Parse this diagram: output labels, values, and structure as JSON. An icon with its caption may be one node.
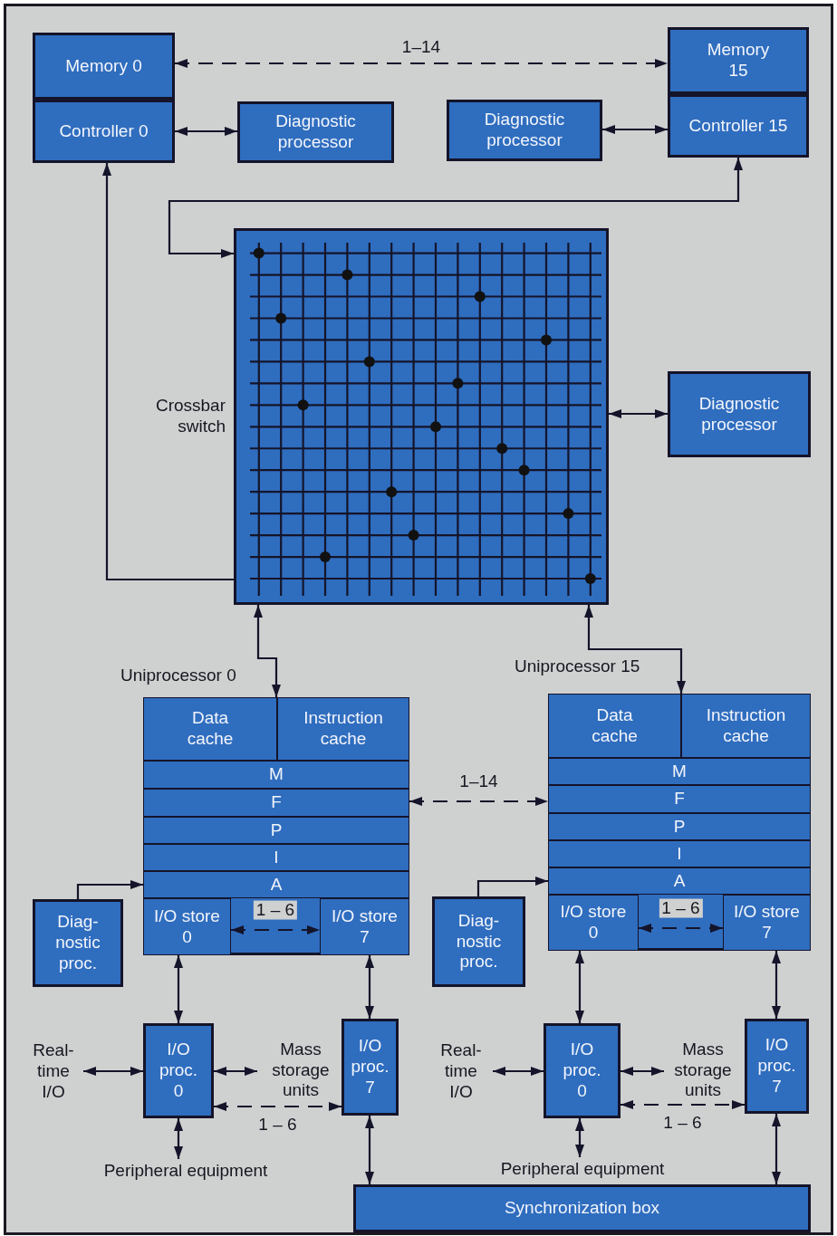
{
  "diagram": {
    "nodes": [
      {
        "text": [
          "Memory 0"
        ]
      },
      {
        "text": [
          "Controller 0"
        ]
      },
      {
        "text": [
          "Diagnostic processor"
        ]
      },
      {
        "text": [
          "Diagnostic processor"
        ]
      },
      {
        "text": [
          "Memory 15"
        ]
      },
      {
        "text": [
          "Controller 15"
        ]
      },
      {
        "text": [
          "Crossbar switch"
        ]
      },
      {
        "text": [
          "Diagnostic processor"
        ]
      },
      {
        "text": [
          "Uniprocessor 0"
        ]
      },
      {
        "text": [
          "Data cache"
        ],
        "in": 8
      },
      {
        "text": [
          "Instruction cache"
        ],
        "in": 8
      },
      {
        "text": [
          "M"
        ],
        "in": 8
      },
      {
        "text": [
          "F"
        ],
        "in": 8
      },
      {
        "text": [
          "P"
        ],
        "in": 8
      },
      {
        "text": [
          "I"
        ],
        "in": 8
      },
      {
        "text": [
          "A"
        ],
        "in": 8
      },
      {
        "text": [
          "I/O store 0"
        ],
        "in": 8
      },
      {
        "text": [
          "I/O store 7"
        ],
        "in": 8
      },
      {
        "text": [
          "Diag- nostic proc."
        ]
      },
      {
        "text": [
          "I/O proc. 0"
        ]
      },
      {
        "text": [
          "I/O proc. 7"
        ]
      },
      {
        "text": [
          "Real- time I/O"
        ]
      },
      {
        "text": [
          "Mass storage units"
        ]
      },
      {
        "text": [
          "Peripheral equipment"
        ]
      },
      {
        "text": [
          "Uniprocessor 15"
        ]
      },
      {
        "text": [
          "Data cache"
        ],
        "in": 24
      },
      {
        "text": [
          "Instruction cache"
        ],
        "in": 24
      },
      {
        "text": [
          "M"
        ],
        "in": 24
      },
      {
        "text": [
          "F"
        ],
        "in": 24
      },
      {
        "text": [
          "P"
        ],
        "in": 24
      },
      {
        "text": [
          "I"
        ],
        "in": 24
      },
      {
        "text": [
          "A"
        ],
        "in": 24
      },
      {
        "text": [
          "I/O store 0"
        ],
        "in": 24
      },
      {
        "text": [
          "I/O store 7"
        ],
        "in": 24
      },
      {
        "text": [
          "Diag- nostic proc."
        ]
      },
      {
        "text": [
          "I/O proc. 0"
        ]
      },
      {
        "text": [
          "I/O proc. 7"
        ]
      },
      {
        "text": [
          "Real- time I/O"
        ]
      },
      {
        "text": [
          "Mass storage units"
        ]
      },
      {
        "text": [
          "Peripheral equipment"
        ]
      },
      {
        "text": [
          "Synchronization box"
        ]
      }
    ],
    "edges": [
      {
        "from": 0,
        "to": 4,
        "arrow": "both",
        "style": "dashed",
        "label": "1–14"
      },
      {
        "from": 1,
        "to": 2,
        "arrow": "both"
      },
      {
        "from": 3,
        "to": 5,
        "arrow": "both"
      },
      {
        "from": 6,
        "to": 1,
        "arrow": "to"
      },
      {
        "from": 6,
        "to": 5,
        "arrow": "both"
      },
      {
        "from": 6,
        "to": 7,
        "arrow": "both"
      },
      {
        "from": 6,
        "to": 8,
        "arrow": "both"
      },
      {
        "from": 6,
        "to": 24,
        "arrow": "both"
      },
      {
        "from": 8,
        "to": 24,
        "arrow": "both",
        "style": "dashed",
        "label": "1–14"
      },
      {
        "from": 18,
        "to": 15,
        "arrow": "to"
      },
      {
        "from": 16,
        "to": 17,
        "arrow": "both",
        "style": "dashed",
        "label": "1 – 6"
      },
      {
        "from": 16,
        "to": 19,
        "arrow": "both"
      },
      {
        "from": 17,
        "to": 20,
        "arrow": "both"
      },
      {
        "from": 21,
        "to": 19,
        "arrow": "both"
      },
      {
        "from": 19,
        "to": 22,
        "arrow": "both"
      },
      {
        "from": 19,
        "to": 20,
        "arrow": "both",
        "style": "dashed",
        "label": "1 – 6"
      },
      {
        "from": 19,
        "to": 23,
        "arrow": "both"
      },
      {
        "from": 20,
        "to": 40,
        "arrow": "both"
      },
      {
        "from": 34,
        "to": 31,
        "arrow": "to"
      },
      {
        "from": 32,
        "to": 33,
        "arrow": "both",
        "style": "dashed",
        "label": "1 – 6"
      },
      {
        "from": 32,
        "to": 35,
        "arrow": "both"
      },
      {
        "from": 33,
        "to": 36,
        "arrow": "both"
      },
      {
        "from": 37,
        "to": 35,
        "arrow": "both"
      },
      {
        "from": 35,
        "to": 38,
        "arrow": "both"
      },
      {
        "from": 35,
        "to": 36,
        "arrow": "both",
        "style": "dashed",
        "label": "1 – 6"
      },
      {
        "from": 35,
        "to": 39,
        "arrow": "both"
      },
      {
        "from": 36,
        "to": 40,
        "arrow": "both"
      }
    ]
  }
}
